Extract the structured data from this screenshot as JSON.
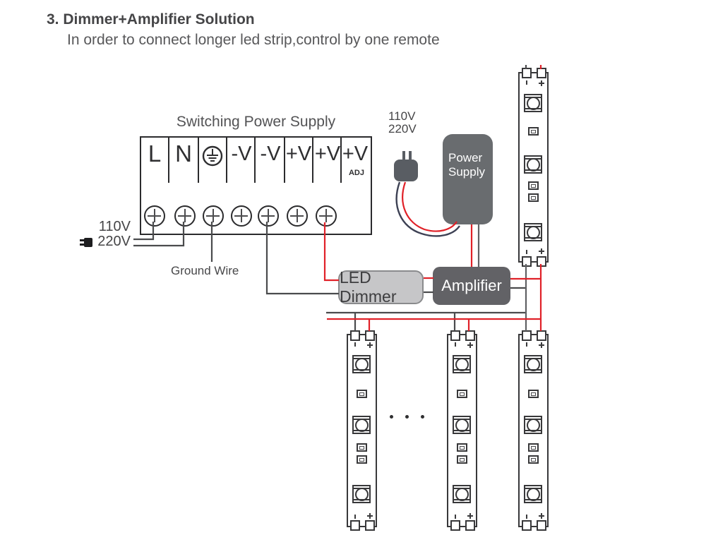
{
  "header": {
    "title": "3. Dimmer+Amplifier Solution",
    "subtitle": "In order to connect longer led strip,control by one remote"
  },
  "switching_power_supply": {
    "title": "Switching Power Supply",
    "terminals": [
      "L",
      "N",
      "",
      "-V",
      "-V",
      "+V",
      "+V",
      "+V"
    ],
    "adj_label": "ADJ",
    "screw_terminal_count": 7,
    "mains_label_line1": "110V",
    "mains_label_line2": "220V",
    "ground_wire_label": "Ground Wire"
  },
  "ac_plug": {
    "voltage_line1": "110V",
    "voltage_line2": "220V"
  },
  "power_supply": {
    "label_line1": "Power",
    "label_line2": "Supply"
  },
  "led_dimmer": {
    "label": "LED Dimmer"
  },
  "amplifier": {
    "label": "Amplifier"
  },
  "led_strips": {
    "strip_count": 4,
    "leds_per_strip": 3,
    "polarity_marks": [
      "-",
      "+"
    ]
  },
  "separator": {
    "type": "ellipsis-dots",
    "count": 3
  },
  "icons": {
    "ground_terminal": "earth-ground-icon",
    "small_mains_plug": "ac-plug-icon",
    "ac_power_plug": "ac-plug-icon",
    "screw": "screw-terminal-icon"
  },
  "colors": {
    "wire_red": "#e02128",
    "wire_black": "#4a4b4d",
    "wire_gray": "#7b7c7e",
    "wire_navy": "#3d4154",
    "power_supply_fill": "#696c6f",
    "amplifier_fill": "#626266",
    "dimmer_fill": "#c6c6c8",
    "text_gray": "#58585a"
  }
}
